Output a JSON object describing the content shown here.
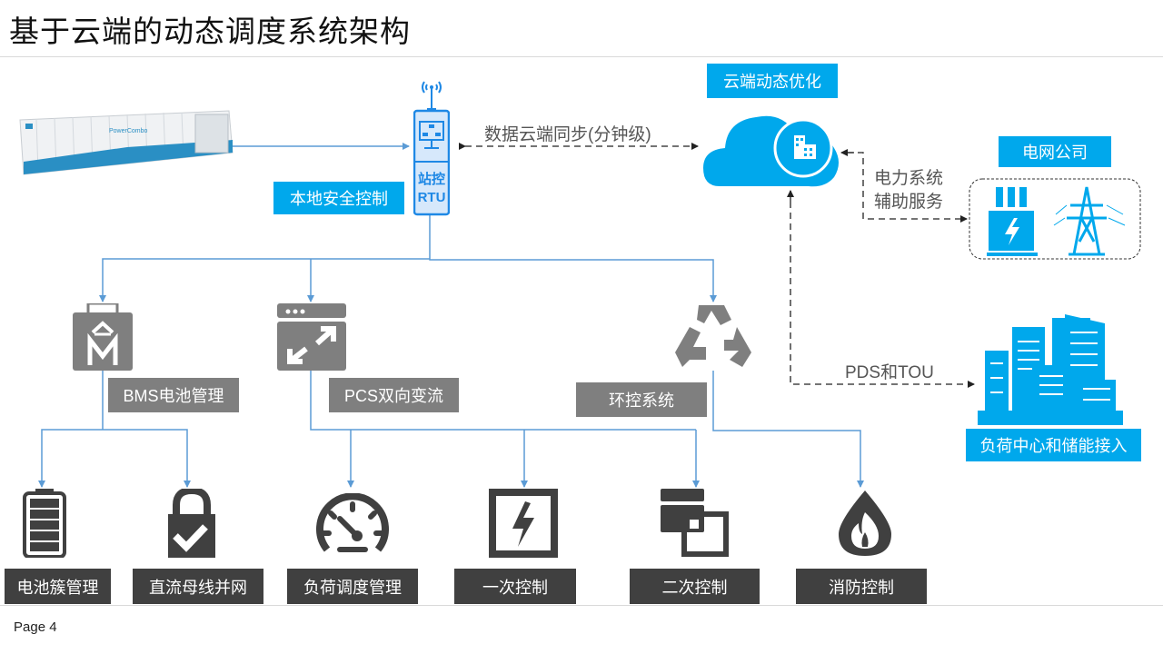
{
  "title": "基于云端的动态调度系统架构",
  "page_label": "Page 4",
  "labels": {
    "cloud_opt": "云端动态优化",
    "grid_company": "电网公司",
    "local_safety": "本地安全控制",
    "rtu_line1": "站控",
    "rtu_line2": "RTU",
    "bms": "BMS电池管理",
    "pcs": "PCS双向变流",
    "env": "环控系统",
    "load_center": "负荷中心和储能接入"
  },
  "connectors": {
    "sync": "数据云端同步(分钟级)",
    "aux_line1": "电力系统",
    "aux_line2": "辅助服务",
    "pds_tou": "PDS和TOU"
  },
  "container_brand": "PowerCombo",
  "bottom_items": [
    {
      "label": "电池簇管理",
      "icon": "battery-icon"
    },
    {
      "label": "直流母线并网",
      "icon": "lock-check-icon"
    },
    {
      "label": "负荷调度管理",
      "icon": "speedometer-icon"
    },
    {
      "label": "一次控制",
      "icon": "lightning-box-icon"
    },
    {
      "label": "二次控制",
      "icon": "stacked-windows-icon"
    },
    {
      "label": "消防控制",
      "icon": "fire-drop-icon"
    }
  ],
  "colors": {
    "accent_blue": "#00a8ec",
    "line_blue": "#5b9bd5",
    "gray_label": "#7f7f7f",
    "dark_label": "#404040"
  }
}
